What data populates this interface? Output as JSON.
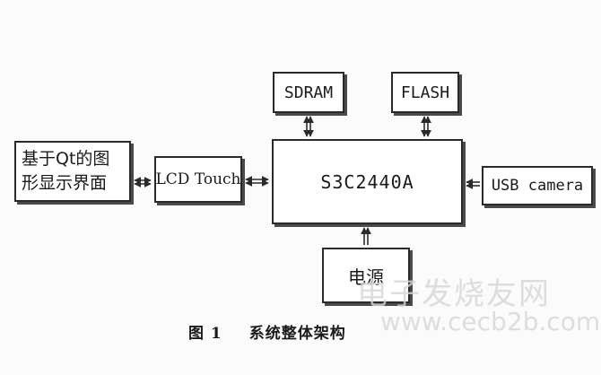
{
  "diagram": {
    "blocks": {
      "qt_ui": {
        "line1": "基于Qt的图",
        "line2": "形显示界面"
      },
      "lcd_touch": "LCD Touch",
      "cpu": "S3C2440A",
      "sdram": "SDRAM",
      "flash": "FLASH",
      "usb_camera": "USB camera",
      "power": "电源"
    },
    "connections": [
      {
        "from": "qt_ui",
        "to": "lcd_touch",
        "direction": "bidirectional"
      },
      {
        "from": "lcd_touch",
        "to": "cpu",
        "direction": "bidirectional"
      },
      {
        "from": "sdram",
        "to": "cpu",
        "direction": "bidirectional"
      },
      {
        "from": "flash",
        "to": "cpu",
        "direction": "bidirectional"
      },
      {
        "from": "usb_camera",
        "to": "cpu",
        "direction": "one-way"
      },
      {
        "from": "power",
        "to": "cpu",
        "direction": "one-way"
      }
    ],
    "caption": {
      "number": "图 1",
      "title": "系统整体架构"
    }
  },
  "watermark": {
    "text": "电子发烧友网",
    "url": "www.cecb2b.com"
  },
  "colors": {
    "line": "#2a2a2a",
    "shadow": "#4a4a4a",
    "watermark": "#d6d6d6"
  }
}
